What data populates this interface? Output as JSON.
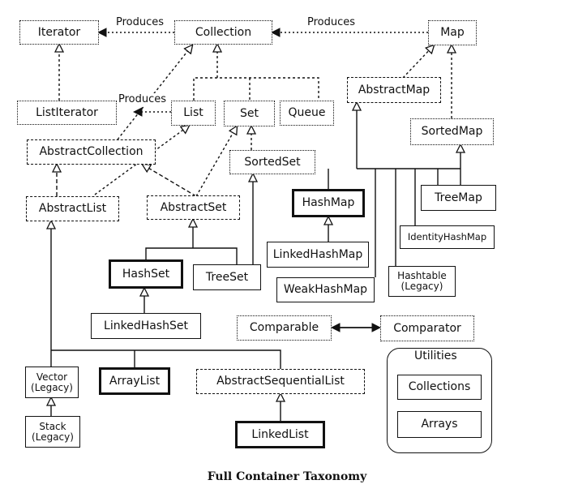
{
  "nodes": {
    "iterator": "Iterator",
    "collection": "Collection",
    "map": "Map",
    "list_iterator": "ListIterator",
    "list": "List",
    "set": "Set",
    "queue": "Queue",
    "abstract_map": "AbstractMap",
    "abstract_collection": "AbstractCollection",
    "sorted_map": "SortedMap",
    "sorted_set": "SortedSet",
    "abstract_list": "AbstractList",
    "abstract_set": "AbstractSet",
    "hash_map": "HashMap",
    "tree_map": "TreeMap",
    "identity_hash_map": "IdentityHashMap",
    "linked_hash_map": "LinkedHashMap",
    "hash_set": "HashSet",
    "tree_set": "TreeSet",
    "hashtable": "Hashtable",
    "hashtable_note": "(Legacy)",
    "weak_hash_map": "WeakHashMap",
    "linked_hash_set": "LinkedHashSet",
    "comparable": "Comparable",
    "comparator": "Comparator",
    "vector": "Vector",
    "vector_note": "(Legacy)",
    "array_list": "ArrayList",
    "abstract_sequential_list": "AbstractSequentialList",
    "stack": "Stack",
    "stack_note": "(Legacy)",
    "linked_list": "LinkedList",
    "collections": "Collections",
    "arrays": "Arrays"
  },
  "labels": {
    "produces_1": "Produces",
    "produces_2": "Produces",
    "produces_3": "Produces",
    "utilities": "Utilities"
  },
  "caption": "Full Container Taxonomy"
}
